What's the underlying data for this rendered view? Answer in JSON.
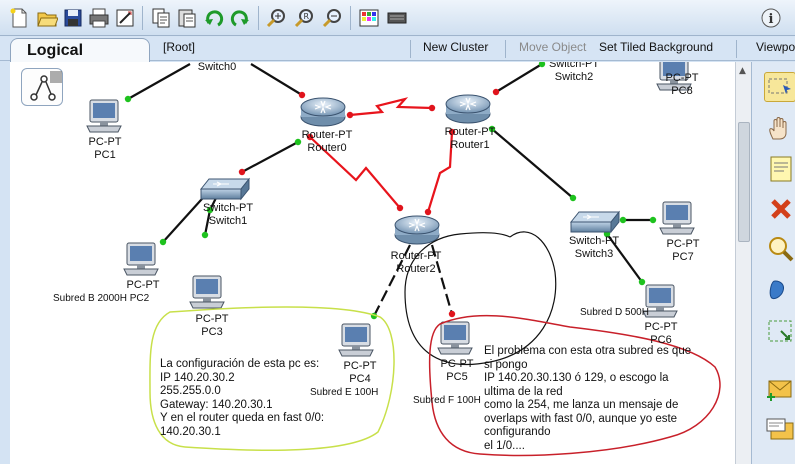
{
  "toolbar": {
    "icons": [
      "new-icon",
      "open-icon",
      "save-icon",
      "print-icon",
      "activity-wizard-icon",
      "copy-icon",
      "paste-icon",
      "undo-icon",
      "redo-icon",
      "zoom-in-icon",
      "zoom-reset-icon",
      "zoom-out-icon",
      "palette-icon",
      "custom-device-icon",
      "info-icon"
    ]
  },
  "tabbar": {
    "logical_label": "Logical",
    "root_label": "[Root]",
    "new_cluster": "New Cluster",
    "move_object": "Move Object",
    "tiled_background": "Set Tiled Background",
    "viewport": "Viewpo"
  },
  "devices": {
    "switch0": "Switch0",
    "pc1": {
      "type": "PC-PT",
      "name": "PC1"
    },
    "router0": {
      "type": "Router-PT",
      "name": "Router0"
    },
    "router1": {
      "type": "Router-PT",
      "name": "Router1"
    },
    "router2": {
      "type": "Router-PT",
      "name": "Router2"
    },
    "switch1": {
      "type": "Switch-PT",
      "name": "Switch1"
    },
    "switch2": {
      "type": "Switch-PT",
      "name": "Switch2"
    },
    "switch3": {
      "type": "Switch-PT",
      "name": "Switch3"
    },
    "pc8": {
      "type": "PC-PT",
      "name": "PC8"
    },
    "pc7": {
      "type": "PC-PT",
      "name": "PC7"
    },
    "pc6": {
      "type": "PC-PT",
      "name": "PC6"
    },
    "pc2": {
      "type": "PC-PT",
      "name": "PC2"
    },
    "pc3": {
      "type": "PC-PT",
      "name": "PC3"
    },
    "pc4": {
      "type": "PC-PT",
      "name": "PC4"
    },
    "pc5": {
      "type": "PC-PT",
      "name": "PC5"
    }
  },
  "subnet_labels": {
    "b": "Subred B 2000H",
    "d": "Subred D 500H",
    "e": "Subred E 100H",
    "f": "Subred F 100H"
  },
  "notes": {
    "left": "La configuración de esta pc es:\nIP 140.20.30.2\n255.255.0.0\nGateway: 140.20.30.1\nY en el router queda en fast 0/0:\n140.20.30.1",
    "right": "El problema con esta otra subred es que\nsi pongo\nIP 140.20.30.130 ó 129, o escogo la\nultima de la red\ncomo la 254, me lanza un mensaje de\noverlaps with fast 0/0, aunque yo este\nconfigurando\nel 1/0...."
  },
  "palette": {
    "icons": [
      "select-icon",
      "hand-icon",
      "note-icon",
      "delete-icon",
      "inspect-icon",
      "draw-shape-icon",
      "resize-icon",
      "simple-pdu-icon",
      "complex-pdu-icon"
    ]
  },
  "colors": {
    "serial_link": "#e8141c",
    "port_up": "#1ec21e",
    "port_down": "#e0141c",
    "annotation_yellow": "#c8e04a",
    "annotation_red": "#c8202a"
  }
}
